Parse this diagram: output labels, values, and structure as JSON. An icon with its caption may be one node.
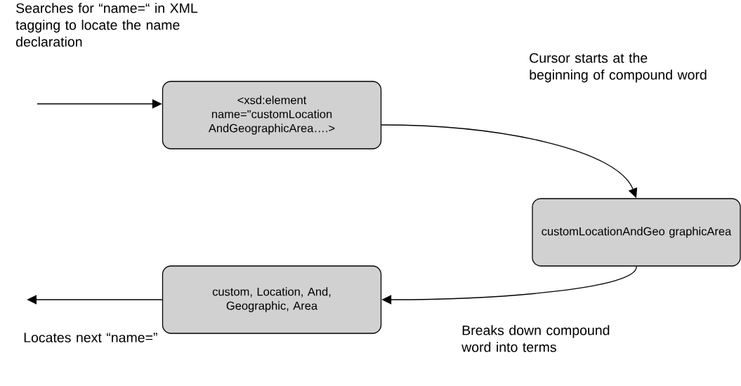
{
  "diagram": {
    "nodes": [
      {
        "text": [
          "<xsd:element name=\"customLocation AndGeographicArea….>"
        ]
      },
      {
        "text": [
          "customLocationAndGeo graphicArea"
        ]
      },
      {
        "text": [
          "custom, Location, And, Geographic, Area"
        ]
      }
    ],
    "edges": [
      {
        "from": null,
        "to": 0,
        "arrow": "to",
        "label": "Searches for “name=“ in XML tagging to locate the name declaration"
      },
      {
        "from": 0,
        "to": 1,
        "arrow": "to",
        "label": "Cursor starts at the beginning of compound word"
      },
      {
        "from": 1,
        "to": 2,
        "arrow": "to",
        "label": "Breaks down compound word into terms"
      },
      {
        "from": 2,
        "to": null,
        "arrow": "to",
        "label": "Locates next “name=”"
      }
    ]
  }
}
